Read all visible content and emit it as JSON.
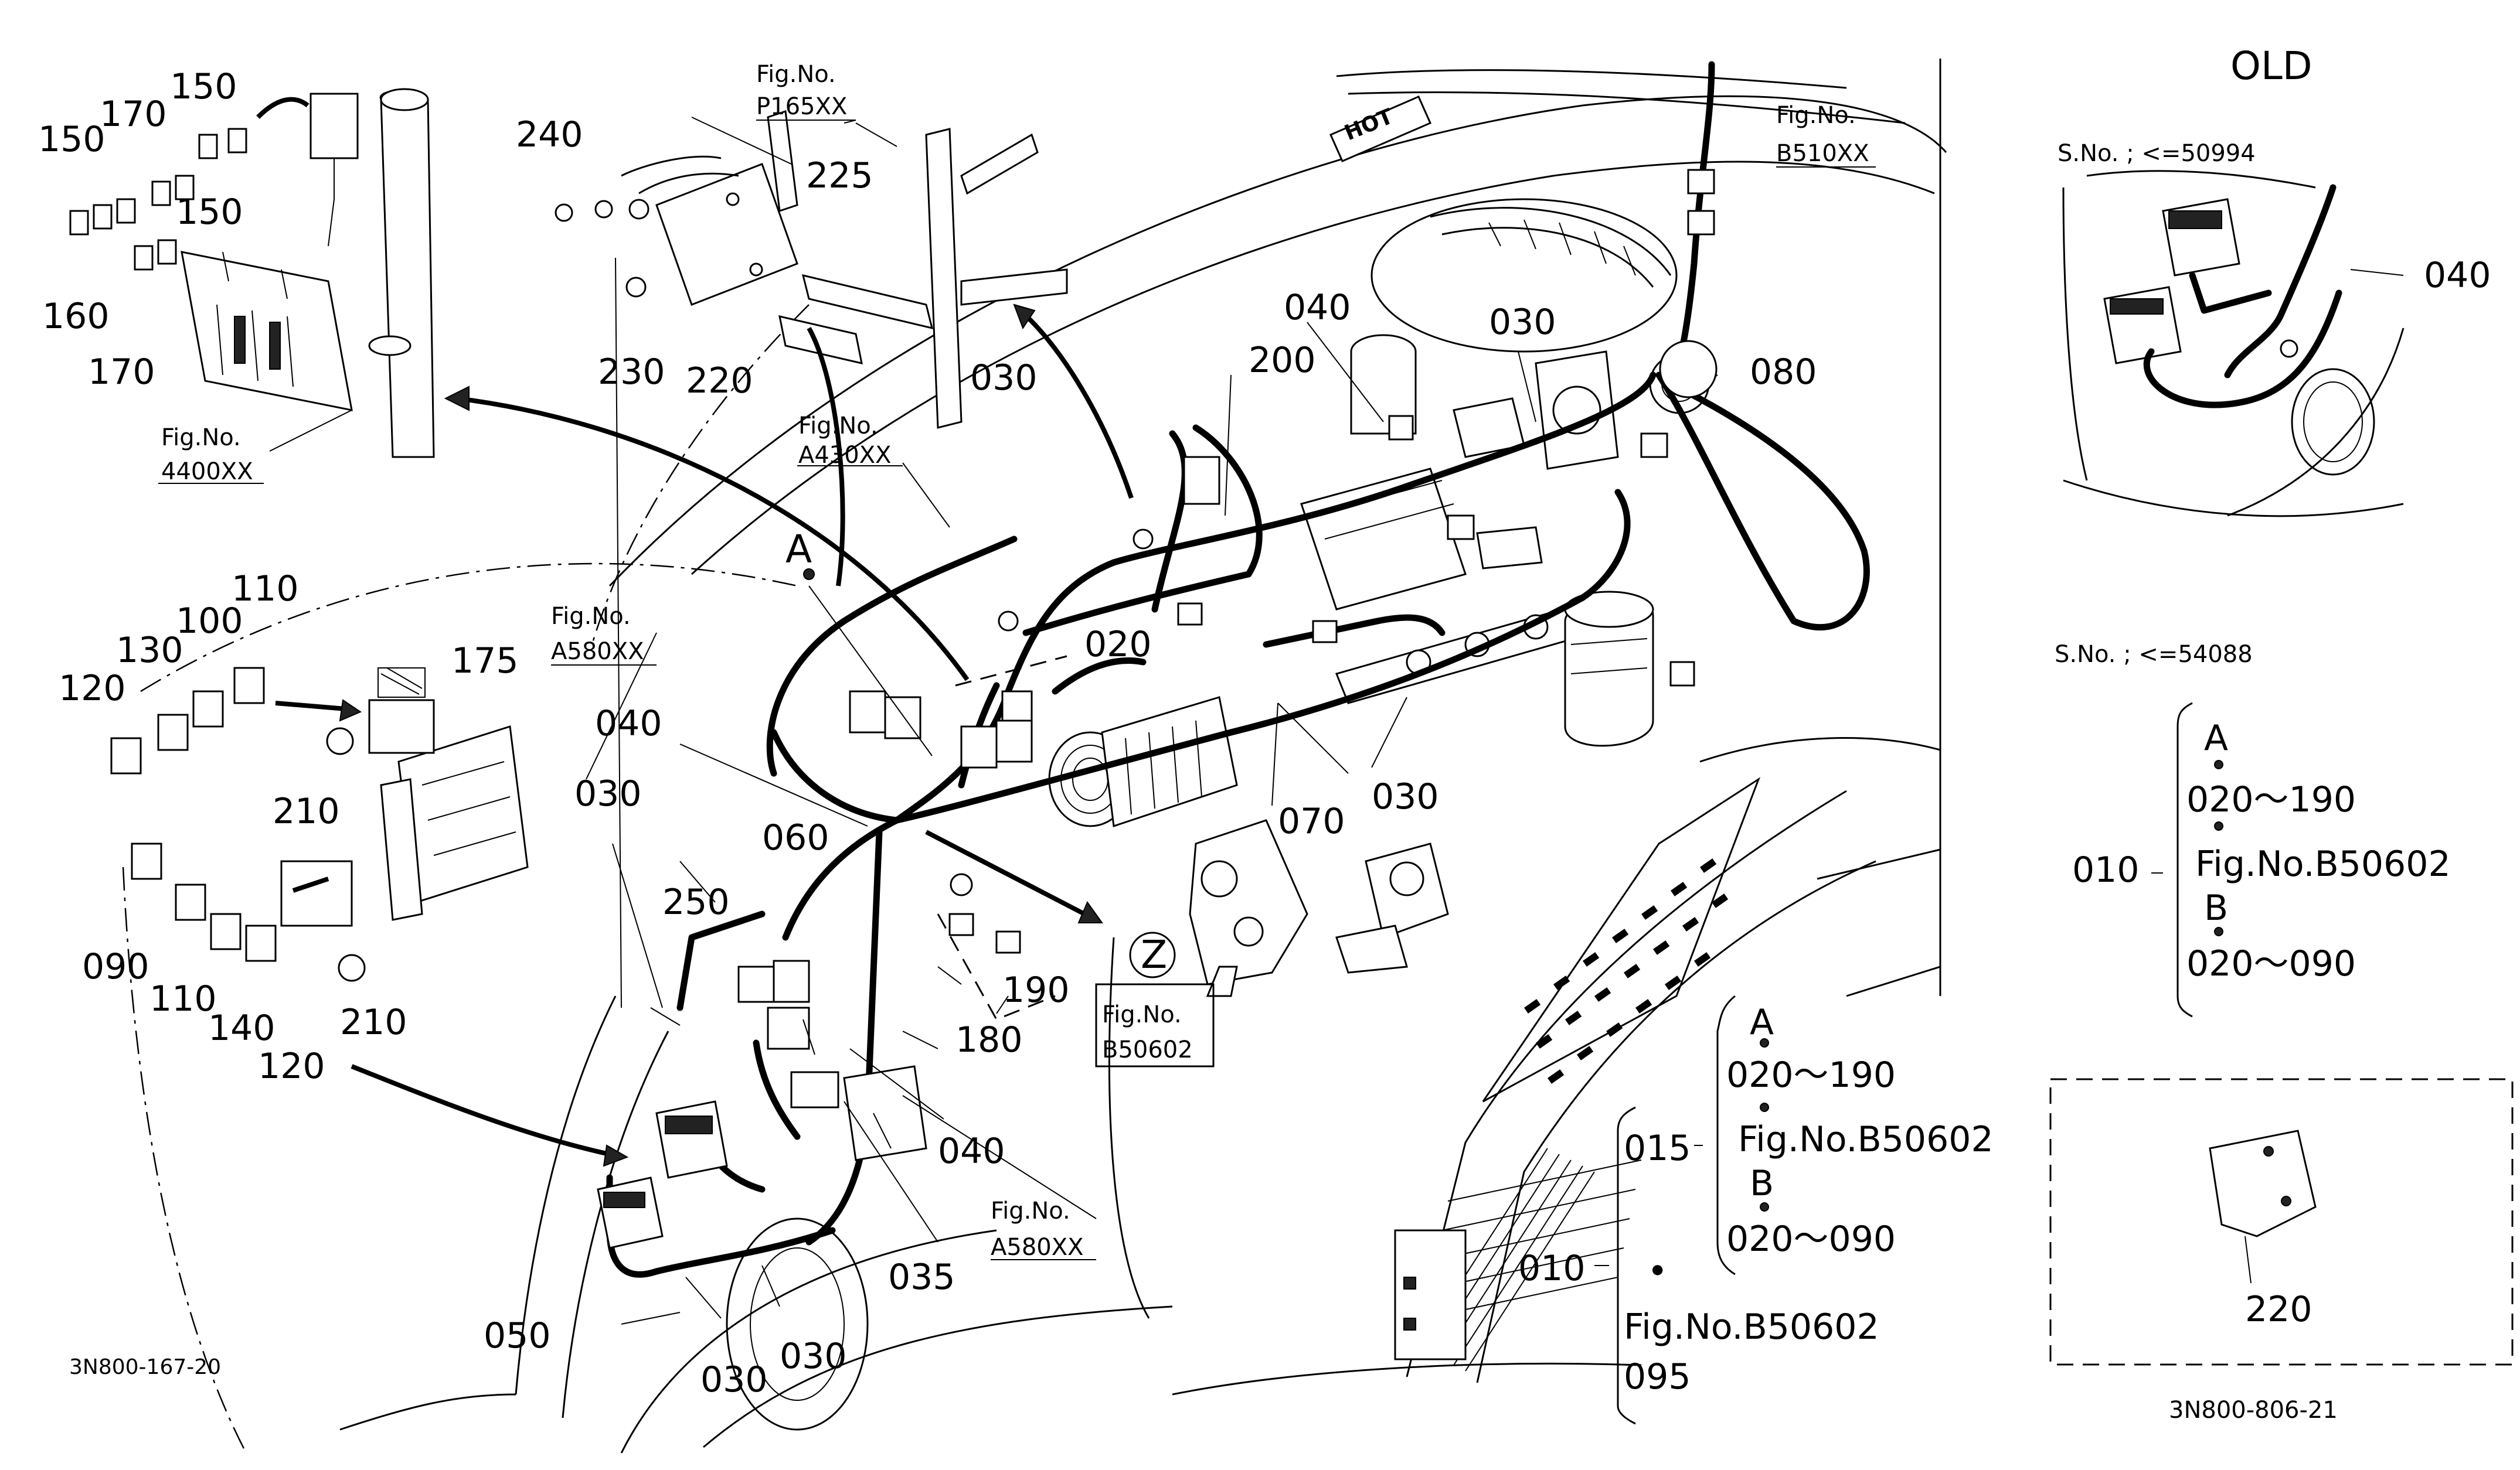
{
  "main_drawing": {
    "code": "3N800-167-20",
    "part_labels": [
      "150",
      "170",
      "150",
      "150",
      "160",
      "170",
      "240",
      "225",
      "230",
      "220",
      "030",
      "030",
      "040",
      "200",
      "030",
      "080",
      "110",
      "100",
      "130",
      "120",
      "175",
      "210",
      "040",
      "030",
      "020",
      "070",
      "030",
      "060",
      "250",
      "090",
      "110",
      "140",
      "120",
      "210",
      "180",
      "190",
      "040",
      "035",
      "050",
      "030",
      "030"
    ],
    "callout_A": "A",
    "callout_Z": "Z",
    "fig_refs": {
      "fig_label": "Fig.No.",
      "p165": "P165XX",
      "a430": "A430XX",
      "b510": "B510XX",
      "f4400": "4400XX",
      "a580_top": "A580XX",
      "b50602": "B50602",
      "a580_bottom": "A580XX"
    }
  },
  "kit_lists": {
    "main": {
      "top_ref": "015",
      "bottom_ref": "010",
      "group_a": "A",
      "group_a_range": "020～190",
      "group_a_fig": "Fig.No.B50602",
      "group_b": "B",
      "group_b_range": "020～090",
      "dot": "•",
      "fig_line": "Fig.No.B50602",
      "last_ref": "095"
    },
    "old": {
      "ref": "010",
      "group_a": "A",
      "group_a_range": "020～190",
      "group_a_fig": "Fig.No.B50602",
      "group_b": "B",
      "group_b_range": "020～090"
    }
  },
  "old_panel": {
    "title": "OLD",
    "serial_1": "S.No. ; <=50994",
    "serial_2": "S.No. ; <=54088",
    "part_040": "040",
    "bracket_part": "220",
    "code": "3N800-806-21"
  }
}
